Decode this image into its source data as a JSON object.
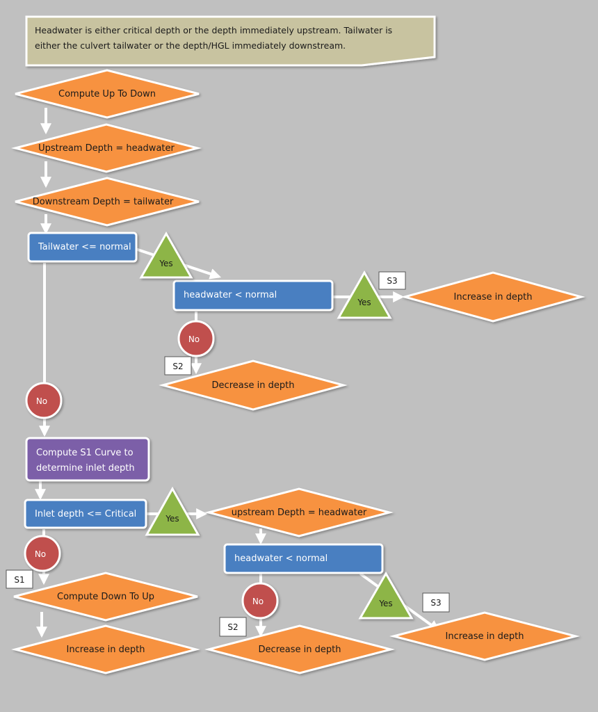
{
  "note": {
    "line1": "Headwater is either critical depth or the depth immediately upstream.  Tailwater is",
    "line2": "either the culvert tailwater or the depth/HGL immediately downstream."
  },
  "nodes": {
    "compute_up_to_down": "Compute Up To Down",
    "upstream_depth_headwater": "Upstream Depth = headwater",
    "downstream_depth_tailwater": "Downstream Depth = tailwater",
    "tailwater_le_normal": "Tailwater <= normal",
    "yes_1": "Yes",
    "headwater_lt_normal_1": "headwater < normal",
    "yes_2": "Yes",
    "s3_1": "S3",
    "increase_in_depth_1": "Increase in depth",
    "no_1": "No",
    "s2_1": "S2",
    "decrease_in_depth_1": "Decrease in depth",
    "no_2": "No",
    "compute_s1_line1": "Compute S1 Curve to",
    "compute_s1_line2": "determine inlet depth",
    "inlet_depth_le_critical": "Inlet depth <= Critical",
    "yes_3": "Yes",
    "upstream_depth_headwater_2": "upstream Depth = headwater",
    "headwater_lt_normal_2": "headwater < normal",
    "no_3": "No",
    "s1": "S1",
    "compute_down_to_up": "Compute Down To Up",
    "increase_in_depth_2": "Increase in depth",
    "no_4": "No",
    "s2_2": "S2",
    "decrease_in_depth_2": "Decrease in depth",
    "yes_4": "Yes",
    "s3_2": "S3",
    "increase_in_depth_3": "Increase in depth"
  },
  "colors": {
    "background": "#c0c0c0",
    "note_fill": "#c8c3a0",
    "diamond": "#f7923f",
    "process_blue": "#4a7fc1",
    "process_purple": "#7b5ea8",
    "yes_triangle": "#8db547",
    "no_circle": "#c0504d",
    "arrow": "#ffffff"
  }
}
